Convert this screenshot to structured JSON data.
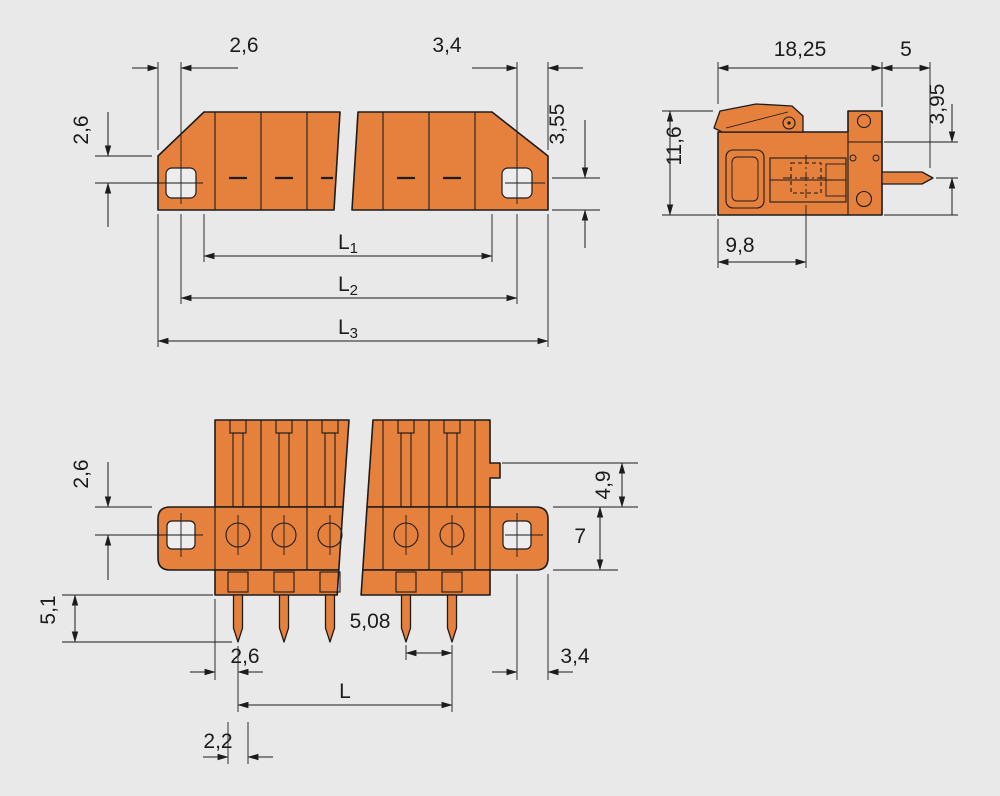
{
  "title": "connector-dimensional-drawing",
  "colors": {
    "background": "#e9e9e9",
    "part_orange": "#e5813d",
    "line": "#1c1c1c",
    "hole_fill": "#ededed"
  },
  "front_view": {
    "dim_edge_to_hole_top": "2,6",
    "dim_hole_to_edge_top": "3,4",
    "dim_edge_to_hole_side": "2,6",
    "dim_center_to_bottom": "3,55",
    "dim_l1": {
      "base": "L",
      "sub": "1"
    },
    "dim_l2": {
      "base": "L",
      "sub": "2"
    },
    "dim_l3": {
      "base": "L",
      "sub": "3"
    }
  },
  "side_view": {
    "dim_depth": "18,25",
    "dim_pin_length": "5",
    "dim_pin_offset": "3,95",
    "dim_height": "11,6",
    "dim_hole_offset": "9,8"
  },
  "bottom_view": {
    "dim_flange_top_to_hole": "2,6",
    "dim_step": "4,9",
    "dim_flange_height": "7",
    "dim_pin_protrusion": "5,1",
    "dim_pitch": "5,08",
    "dim_edge_to_pin": "2,6",
    "dim_hole_to_edge": "3,4",
    "dim_length": "L",
    "dim_pin_collar": "2,2"
  }
}
